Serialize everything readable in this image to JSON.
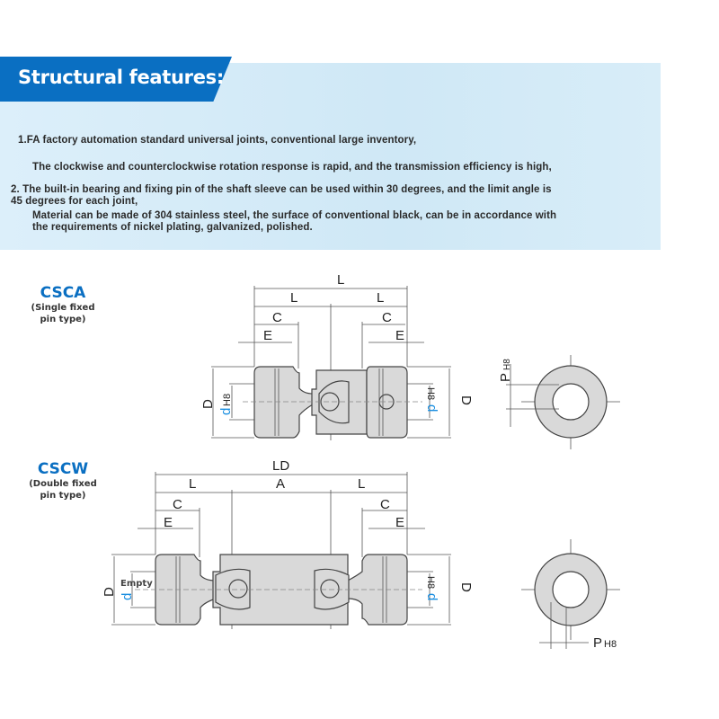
{
  "header": {
    "title": "Structural features:"
  },
  "features": [
    "1.FA factory automation standard universal joints, conventional large inventory,",
    "The clockwise and counterclockwise rotation response is rapid, and the transmission efficiency is high,",
    "2. The built-in bearing and fixing pin of the shaft sleeve can be used within 30 degrees, and the limit angle is",
    "45 degrees for each joint,",
    "Material can be made of 304 stainless steel, the surface of conventional black, can be in accordance with",
    "the requirements of nickel plating, galvanized, polished."
  ],
  "models": [
    {
      "code": "CSCA",
      "sub1": "(Single fixed",
      "sub2": "pin type)"
    },
    {
      "code": "CSCW",
      "sub1": "(Double fixed",
      "sub2": "pin type)"
    }
  ],
  "dims": {
    "L": "L",
    "LD": "LD",
    "A": "A",
    "C": "C",
    "E": "E",
    "D": "D",
    "d": "d",
    "H8": "H8",
    "P": "P"
  },
  "overlay": {
    "empty": "Empty"
  },
  "colors": {
    "brand": "#0a6fc2",
    "panel": "#d3eaf7",
    "dim_accent": "#1a8ee0"
  }
}
